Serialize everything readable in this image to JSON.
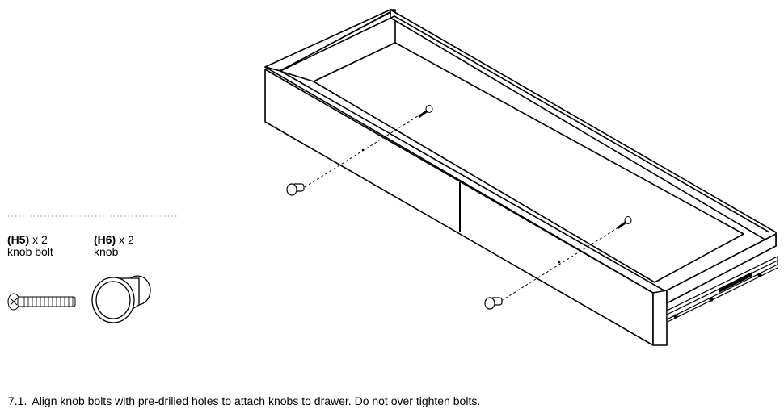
{
  "parts": [
    {
      "id": "(H5)",
      "qty": "x 2",
      "name": "knob bolt",
      "icon": "bolt-icon"
    },
    {
      "id": "(H6)",
      "qty": "x 2",
      "name": "knob",
      "icon": "knob-icon"
    }
  ],
  "instruction": {
    "step": "7.1.",
    "text": "Align knob bolts with pre-drilled holes to attach knobs to drawer. Do not over tighten bolts."
  },
  "colors": {
    "line": "#000000",
    "background": "#ffffff",
    "separator": "#999999"
  }
}
